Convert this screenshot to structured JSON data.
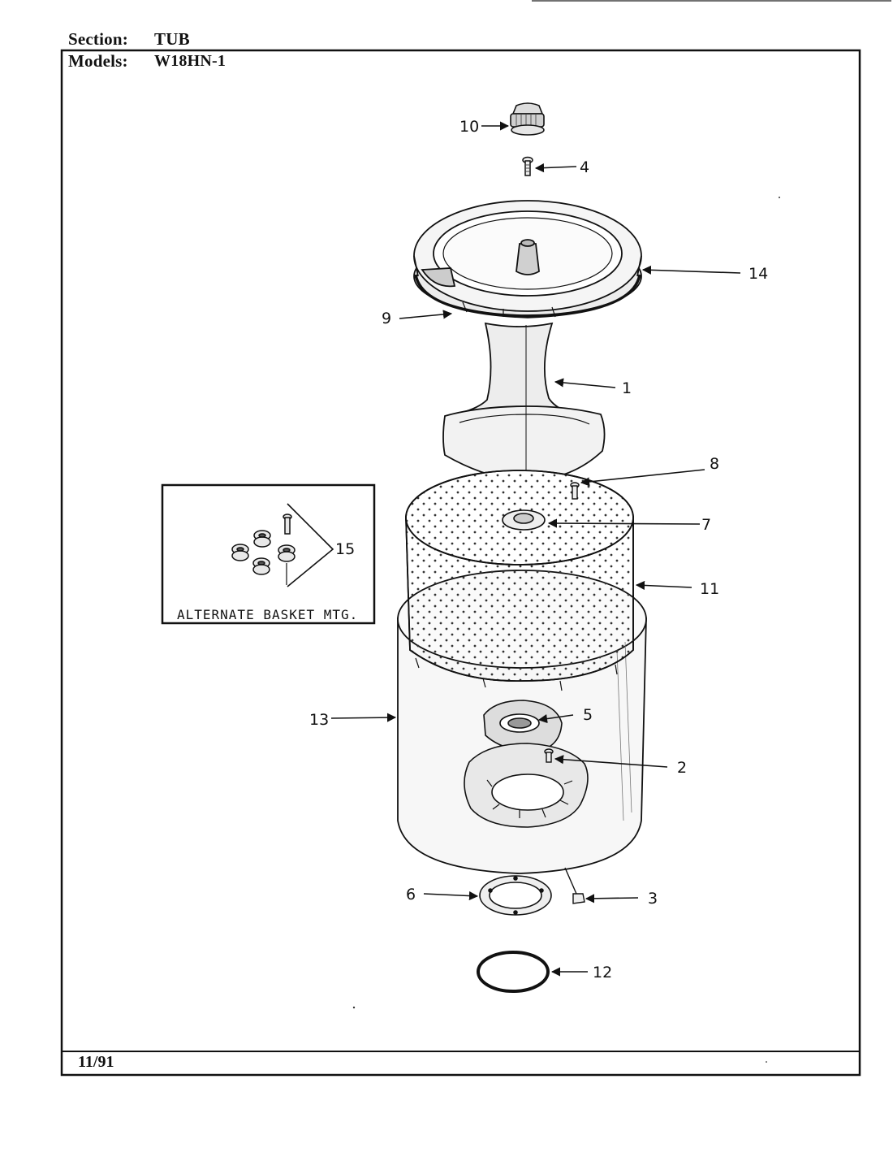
{
  "header": {
    "section_label": "Section:",
    "section_value": "TUB",
    "models_label": "Models:",
    "models_value": "W18HN-1"
  },
  "footer": {
    "date": "11/91"
  },
  "inset": {
    "caption": "ALTERNATE BASKET MTG."
  },
  "callouts": {
    "c1": "1",
    "c2": "2",
    "c3": "3",
    "c4": "4",
    "c5": "5",
    "c6": "6",
    "c7": "7",
    "c8": "8",
    "c9": "9",
    "c10": "10",
    "c11": "11",
    "c12": "12",
    "c13": "13",
    "c14": "14",
    "c15": "15"
  },
  "parts": [
    {
      "num": 1,
      "name": "agitator"
    },
    {
      "num": 2,
      "name": "screw"
    },
    {
      "num": 3,
      "name": "bolt"
    },
    {
      "num": 4,
      "name": "screw"
    },
    {
      "num": 5,
      "name": "seal"
    },
    {
      "num": 6,
      "name": "flange-ring"
    },
    {
      "num": 7,
      "name": "hub-nut"
    },
    {
      "num": 8,
      "name": "screw"
    },
    {
      "num": 9,
      "name": "gasket-ring"
    },
    {
      "num": 10,
      "name": "agitator-cap"
    },
    {
      "num": 11,
      "name": "spin-basket"
    },
    {
      "num": 12,
      "name": "o-ring"
    },
    {
      "num": 13,
      "name": "outer-tub"
    },
    {
      "num": 14,
      "name": "tub-cover-ring"
    },
    {
      "num": 15,
      "name": "basket-mount-kit"
    }
  ]
}
